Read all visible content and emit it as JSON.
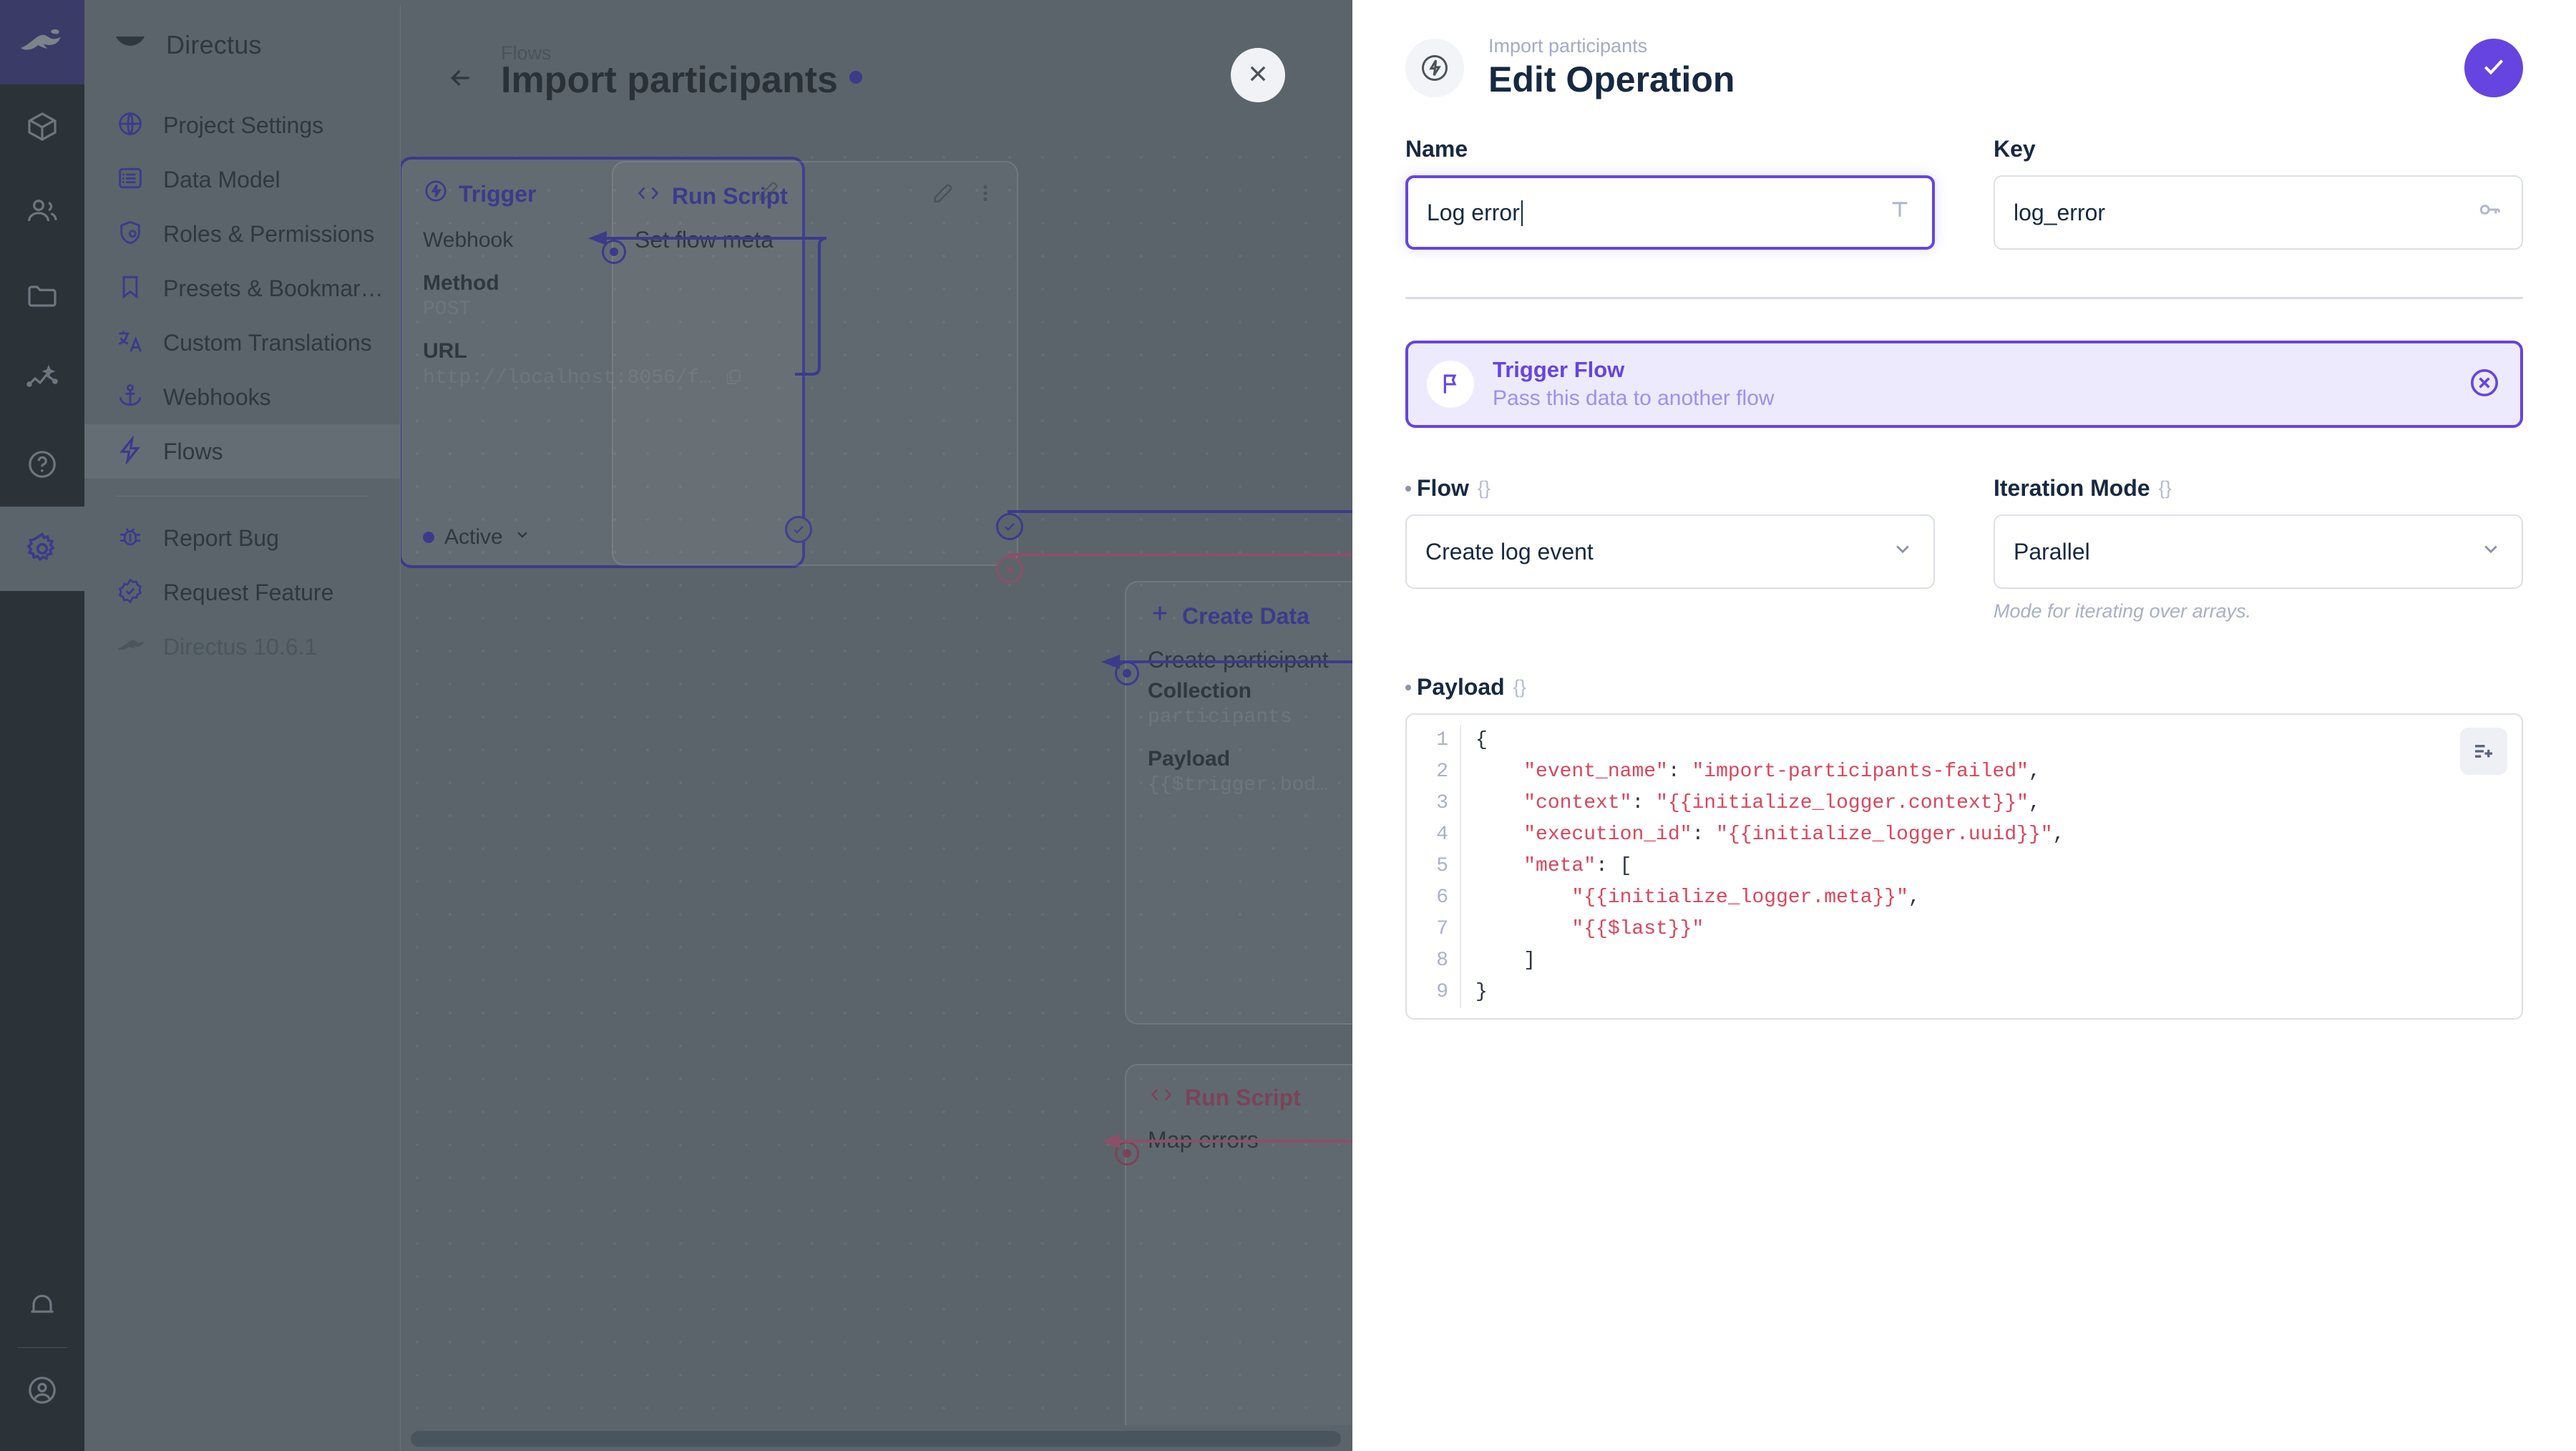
{
  "app": {
    "module_bar": {
      "logo_icon": "directus-rabbit-logo",
      "items": [
        {
          "name": "content",
          "icon": "box-icon"
        },
        {
          "name": "users",
          "icon": "people-icon"
        },
        {
          "name": "files",
          "icon": "folder-icon"
        },
        {
          "name": "insights",
          "icon": "insights-icon"
        },
        {
          "name": "docs",
          "icon": "help-circle-icon"
        },
        {
          "name": "settings",
          "icon": "gear-icon",
          "active": true
        }
      ],
      "bottom_items": [
        {
          "name": "notifications",
          "icon": "bell-icon"
        },
        {
          "name": "account",
          "icon": "user-circle-icon"
        }
      ]
    },
    "sidebar": {
      "project_name": "Directus",
      "project_icon": "directus-mark-icon",
      "items": [
        {
          "label": "Project Settings",
          "icon": "public-globe-icon"
        },
        {
          "label": "Data Model",
          "icon": "list-alt-icon"
        },
        {
          "label": "Roles & Permissions",
          "icon": "admin-shield-icon"
        },
        {
          "label": "Presets & Bookmar…",
          "icon": "bookmark-icon"
        },
        {
          "label": "Custom Translations",
          "icon": "translate-icon"
        },
        {
          "label": "Webhooks",
          "icon": "anchor-icon"
        },
        {
          "label": "Flows",
          "icon": "bolt-icon",
          "selected": true
        }
      ],
      "footer_items": [
        {
          "label": "Report Bug",
          "icon": "bug-report-icon"
        },
        {
          "label": "Request Feature",
          "icon": "verified-icon"
        },
        {
          "label": "Directus 10.6.1",
          "icon": "directus-rabbit-icon",
          "dim": true
        }
      ]
    },
    "canvas": {
      "back_icon": "arrow-left-icon",
      "breadcrumb": "Flows",
      "title": "Import participants",
      "status_dot_color": "#3b3b8a",
      "close_icon": "close-x-icon",
      "nodes": [
        {
          "id": "trigger",
          "head_label": "Trigger",
          "head_icon": "trigger-bolt-icon",
          "edit_icon": "pencil-icon",
          "type_label": "Webhook",
          "fields": [
            {
              "label": "Method",
              "value": "POST"
            },
            {
              "label": "URL",
              "value": "http://localhost:8056/f…",
              "copy_icon": "copy-icon"
            }
          ],
          "status_label": "Active",
          "status_chevron": "chevron-down-icon",
          "selected": true
        },
        {
          "id": "run-script-top",
          "head_label": "Run Script",
          "head_icon": "code-brackets-icon",
          "edit_icon": "pencil-icon",
          "more_icon": "more-vertical-icon",
          "title": "Set flow meta"
        },
        {
          "id": "create-data",
          "head_label": "Create Data",
          "head_icon": "plus-icon",
          "title": "Create participant",
          "fields": [
            {
              "label": "Collection",
              "value": "participants"
            },
            {
              "label": "Payload",
              "value": "{{$trigger.bod…"
            }
          ]
        },
        {
          "id": "run-script-bottom",
          "head_label": "Run Script",
          "head_icon": "code-brackets-icon",
          "title": "Map errors",
          "variant": "error"
        }
      ]
    }
  },
  "drawer": {
    "icon": "operation-bolt-icon",
    "breadcrumb": "Import participants",
    "title": "Edit Operation",
    "save_icon": "check-icon",
    "name_field": {
      "label": "Name",
      "value": "Log error",
      "icon": "text-format-icon"
    },
    "key_field": {
      "label": "Key",
      "value": "log_error",
      "icon": "key-icon"
    },
    "operation_card": {
      "icon": "flag-icon",
      "title": "Trigger Flow",
      "subtitle": "Pass this data to another flow",
      "clear_icon": "close-circle-icon"
    },
    "flow_field": {
      "label": "Flow",
      "braces": "{}",
      "value": "Create log event",
      "chevron": "chevron-down-icon",
      "required": true
    },
    "iteration_field": {
      "label": "Iteration Mode",
      "braces": "{}",
      "value": "Parallel",
      "chevron": "chevron-down-icon",
      "hint": "Mode for iterating over arrays."
    },
    "payload_field": {
      "label": "Payload",
      "braces": "{}",
      "required": true,
      "format_icon": "format-add-icon",
      "lines": [
        {
          "n": "1",
          "text": "{"
        },
        {
          "n": "2",
          "text": "    \"event_name\": \"import-participants-failed\","
        },
        {
          "n": "3",
          "text": "    \"context\": \"{{initialize_logger.context}}\","
        },
        {
          "n": "4",
          "text": "    \"execution_id\": \"{{initialize_logger.uuid}}\","
        },
        {
          "n": "5",
          "text": "    \"meta\": ["
        },
        {
          "n": "6",
          "text": "        \"{{initialize_logger.meta}}\","
        },
        {
          "n": "7",
          "text": "        \"{{$last}}\""
        },
        {
          "n": "8",
          "text": "    ]"
        },
        {
          "n": "9",
          "text": "}"
        }
      ]
    }
  },
  "colors": {
    "accent": "#6644e0",
    "node_accent": "#3b3b8a",
    "error": "#7a4458",
    "code_string": "#d9465c",
    "panel_bg": "#ffffff",
    "canvas_bg": "#5b646b",
    "module_bg": "#2b3338"
  }
}
